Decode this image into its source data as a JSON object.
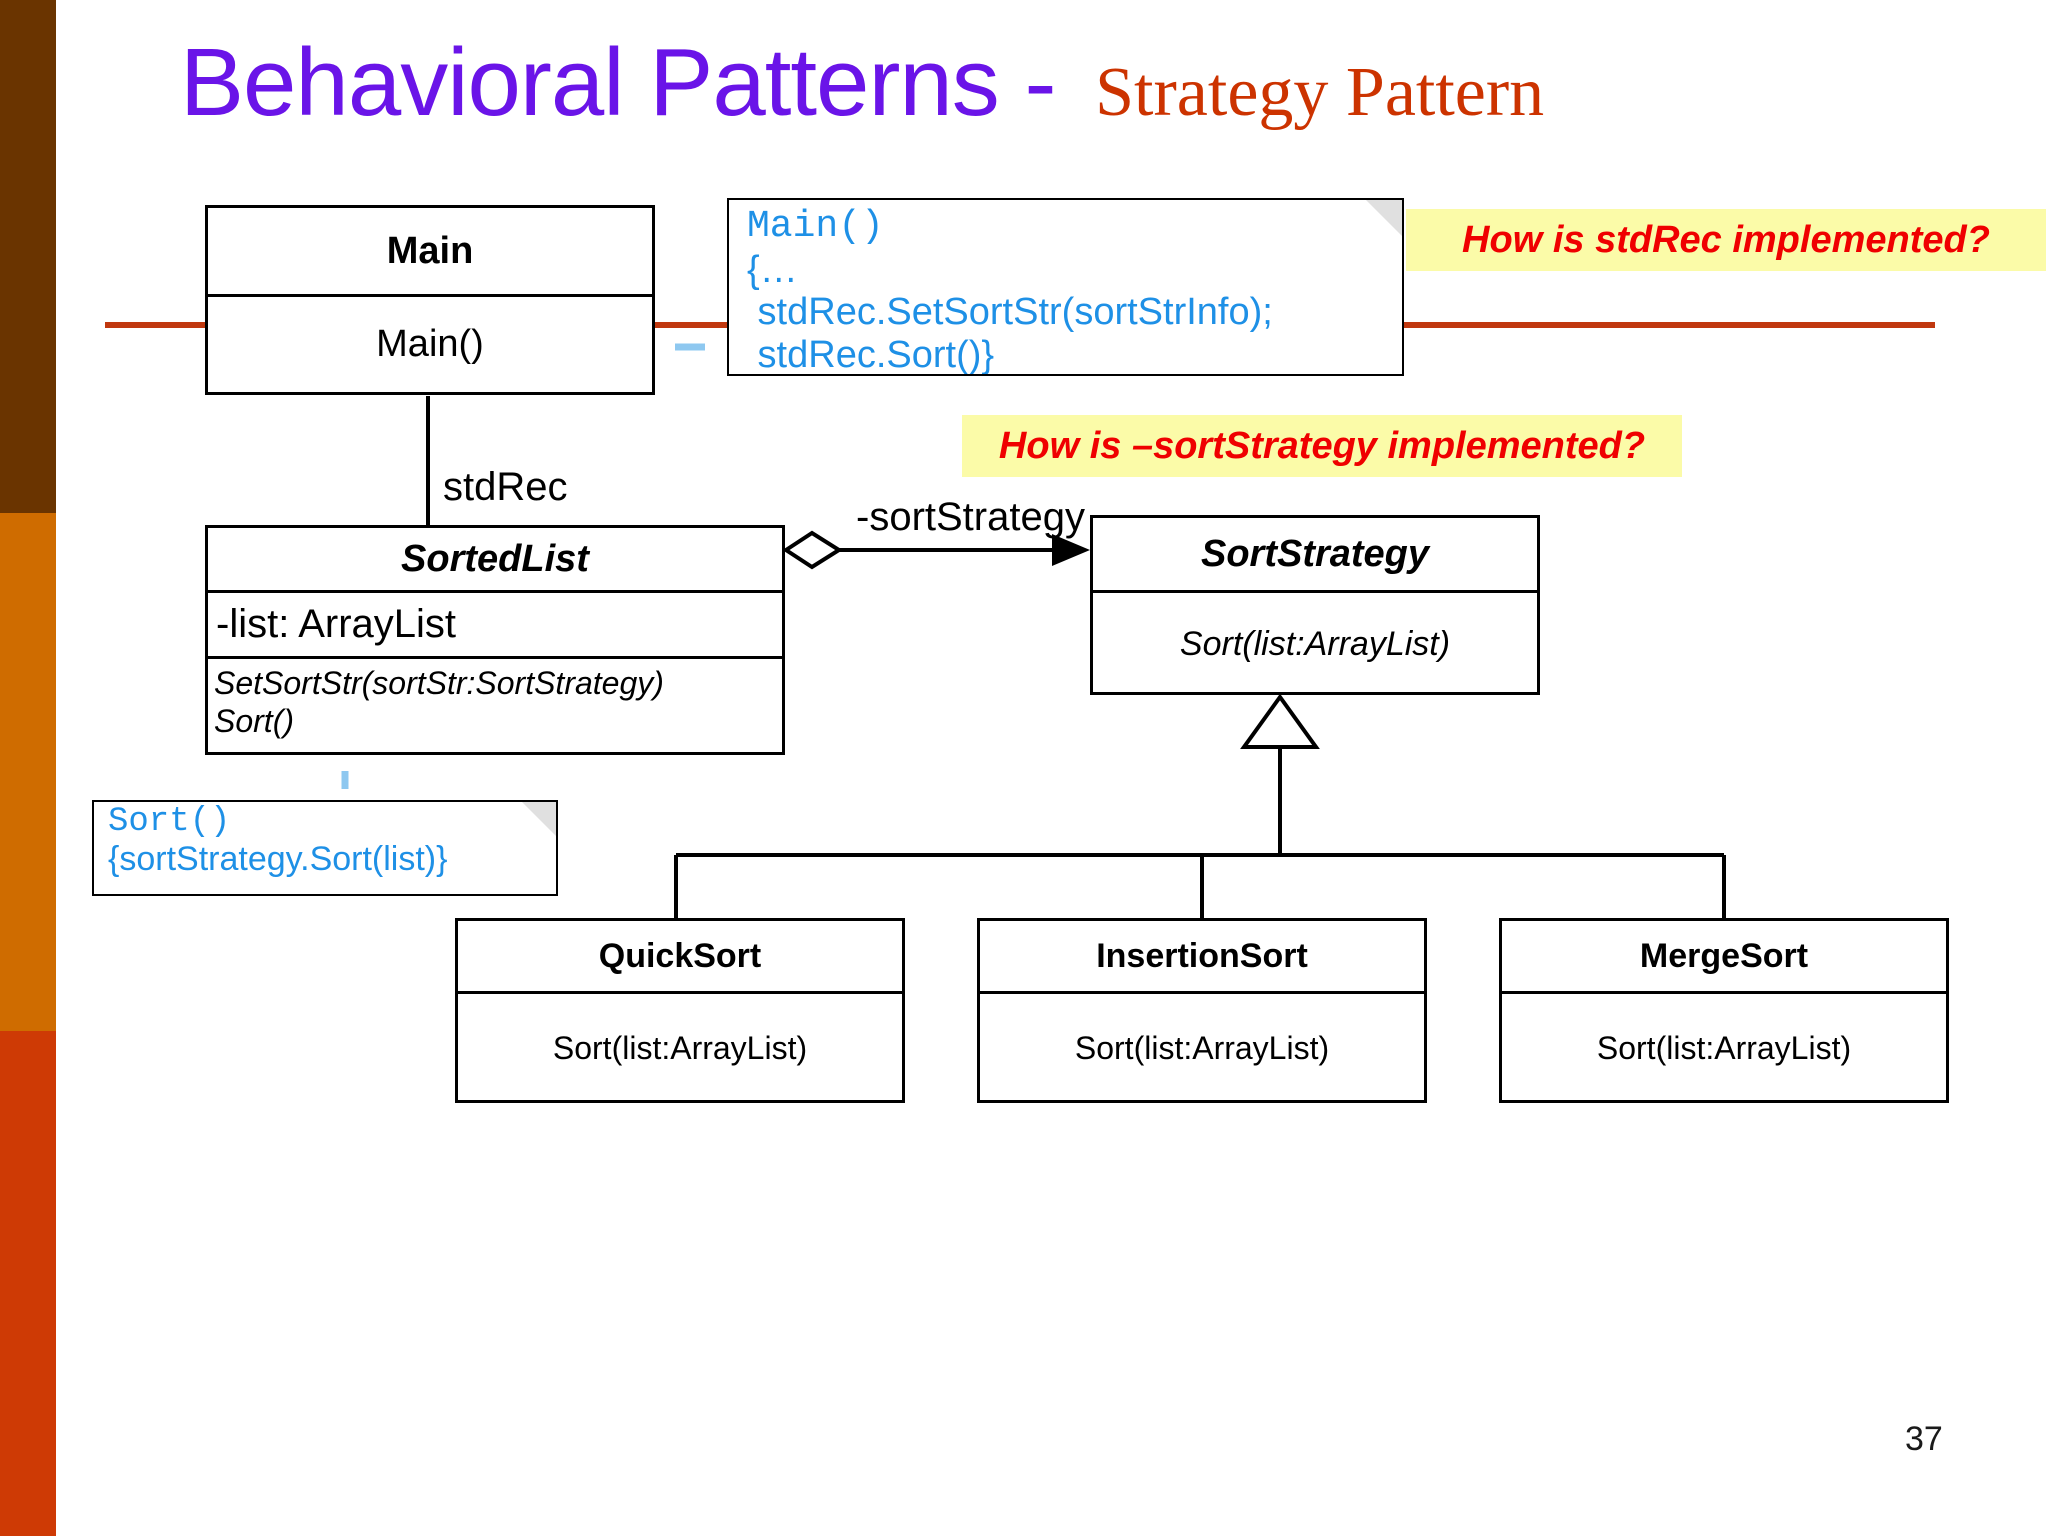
{
  "slide": {
    "title_main": "Behavioral Patterns - ",
    "title_sub": "Strategy Pattern",
    "page_number": "37",
    "colors": {
      "title_main": "#6A14E8",
      "title_sub": "#CC3300",
      "rule": "#C0380F",
      "band_brown": "#6A3400",
      "band_orange": "#CF6C00",
      "band_red": "#CE3A05",
      "note_text": "#1E90E6",
      "callout_bg": "#FBFBA8",
      "callout_text": "#EF0000"
    }
  },
  "classes": {
    "main": {
      "name": "Main",
      "operations": "Main()"
    },
    "sorted_list": {
      "name": "SortedList",
      "attributes": "-list: ArrayList",
      "operation_1": "SetSortStr(sortStr:SortStrategy)",
      "operation_2": "Sort()"
    },
    "sort_strategy": {
      "name": "SortStrategy",
      "operations": "Sort(list:ArrayList)"
    },
    "quick_sort": {
      "name": "QuickSort",
      "operations": "Sort(list:ArrayList)"
    },
    "insertion_sort": {
      "name": "InsertionSort",
      "operations": "Sort(list:ArrayList)"
    },
    "merge_sort": {
      "name": "MergeSort",
      "operations": "Sort(list:ArrayList)"
    }
  },
  "notes": {
    "main_note": {
      "line_1": "Main()",
      "line_2": "{…",
      "line_3": " stdRec.SetSortStr(sortStrInfo);",
      "line_4": " stdRec.Sort()}"
    },
    "sort_note": {
      "line_1": "Sort()",
      "line_2": "{sortStrategy.Sort(list)}"
    }
  },
  "callouts": {
    "stdrec": "How is stdRec implemented?",
    "sort_strategy": "How is –sortStrategy implemented?"
  },
  "labels": {
    "std_rec": "stdRec",
    "sort_strategy_role": "-sortStrategy"
  }
}
